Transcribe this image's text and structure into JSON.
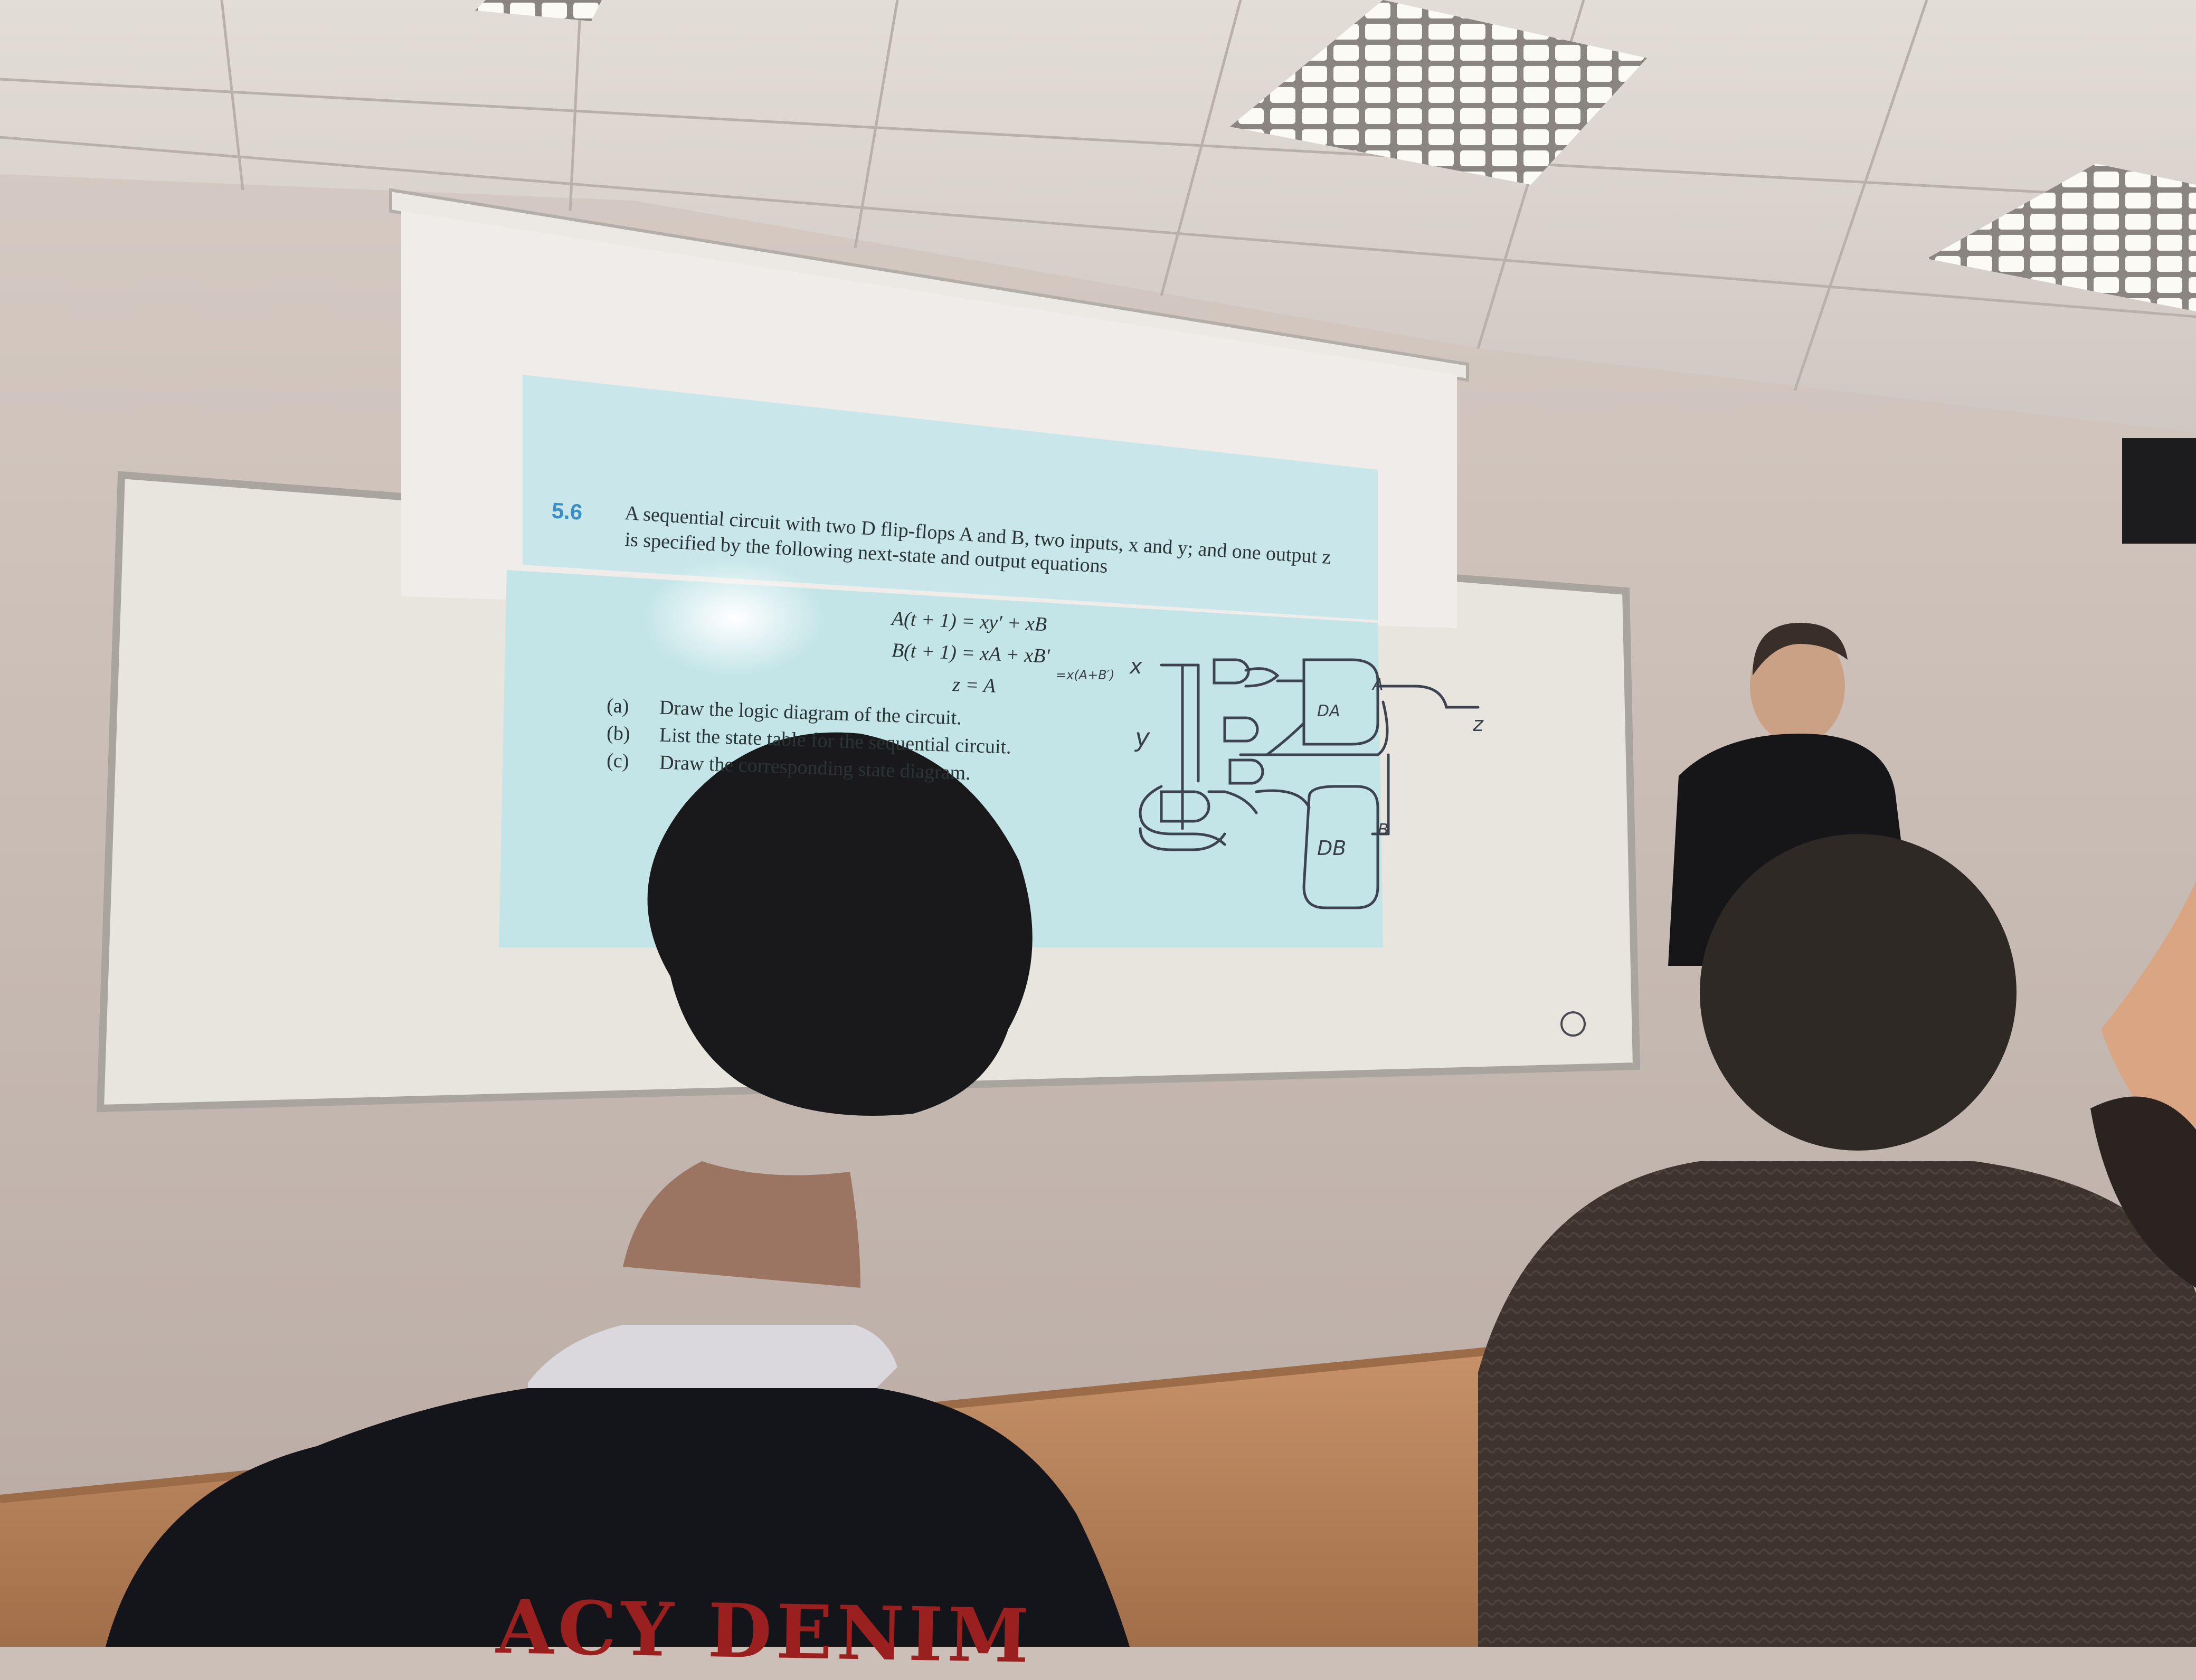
{
  "slide": {
    "problem_number": "5.6",
    "line1": "A sequential circuit with two D flip-flops A and B, two inputs, x and y; and one output z",
    "line2": "is specified by the following next-state and output equations",
    "eq1": "A(t + 1) = xy′ + xB",
    "eq2": "B(t + 1) = xA + xB′",
    "eq3": "z = A",
    "items": [
      {
        "label": "(a)",
        "text": "Draw the logic diagram of the circuit."
      },
      {
        "label": "(b)",
        "text": "List the state table for the sequential circuit."
      },
      {
        "label": "(c)",
        "text": "Draw the corresponding state diagram."
      }
    ]
  },
  "handwriting": {
    "factored": "=x(A+B′)",
    "input_x": "x",
    "input_y": "y",
    "ff_a": "DA",
    "ff_b": "DB",
    "out_a": "A",
    "out_b": "B",
    "out_z": "z"
  },
  "shirt_print": "ACY DENIM",
  "colors": {
    "wall": "#cbbfb8",
    "ceiling": "#dcd6d2",
    "screen": "#c7e6e8",
    "floor": "#b8835a"
  }
}
